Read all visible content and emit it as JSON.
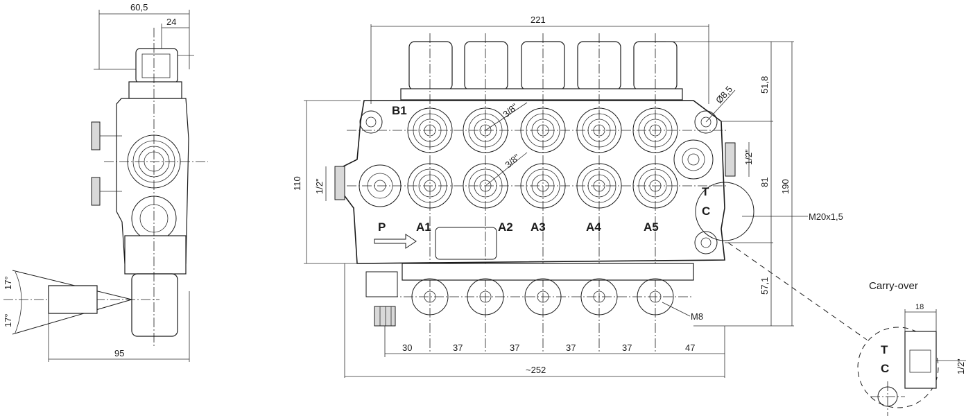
{
  "left_view": {
    "dims": {
      "overall_width": "60,5",
      "top_offset": "24",
      "bottom_width": "95"
    },
    "angles": {
      "upper": "17°",
      "lower": "17°"
    }
  },
  "main_view": {
    "dims": {
      "top_width": "221",
      "bottom_width": "~252",
      "height_left": "110",
      "right_upper": "51,8",
      "right_mid": "81",
      "right_total": "190",
      "right_lower": "57,1",
      "pitch": [
        "30",
        "37",
        "37",
        "37",
        "37",
        "47"
      ]
    },
    "port_labels": [
      "P",
      "A1",
      "A2",
      "A3",
      "A4",
      "A5"
    ],
    "b_label": "B1",
    "callouts": {
      "port_size_top": "3/8\"",
      "port_size_bottom": "3/8\"",
      "mount_hole": "Ø8,5",
      "tank_thread": "1/2\"",
      "inlet_thread": "1/2\"",
      "outlet_thread": "M20x1,5",
      "mount_screw": "M8"
    },
    "tank_labels": {
      "t": "T",
      "c": "C"
    }
  },
  "detail": {
    "title": "Carry-over",
    "dim_top": "18",
    "dim_right": "1/2\"",
    "t": "T",
    "c": "C"
  },
  "icons": [
    "spool-cap-icon",
    "port-circle-icon",
    "mounting-hole-icon",
    "lever-icon",
    "arrow-icon"
  ]
}
